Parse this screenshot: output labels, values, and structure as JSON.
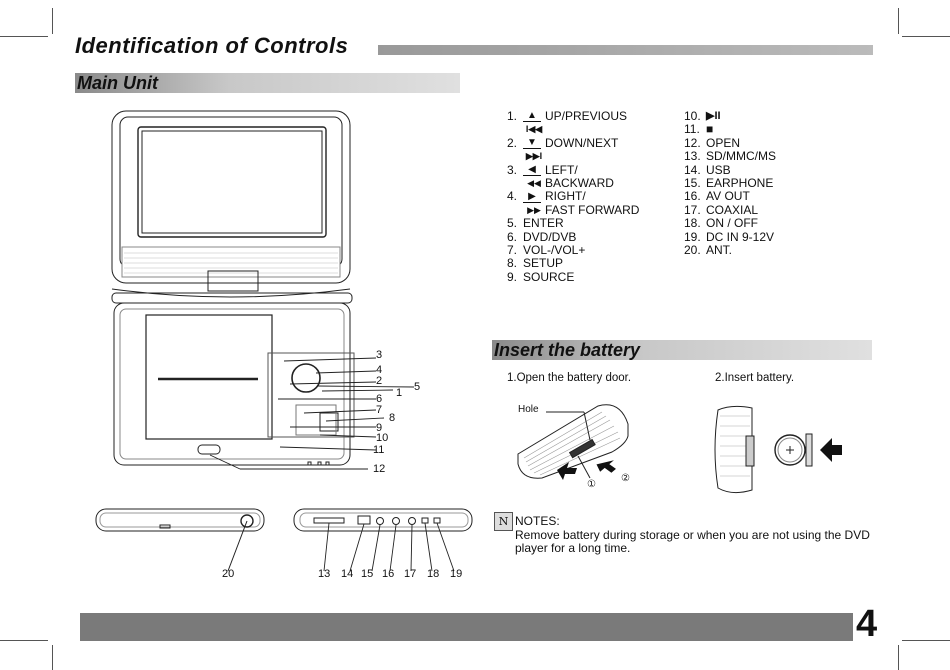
{
  "header": {
    "title": "Identification of Controls"
  },
  "main_unit": {
    "title": "Main Unit",
    "callouts_right": [
      "3",
      "4",
      "2",
      "5",
      "1",
      "6",
      "7",
      "8",
      "9",
      "10",
      "11",
      "12"
    ],
    "callouts_bottom": [
      "20",
      "13",
      "14",
      "15",
      "16",
      "17",
      "18",
      "19"
    ]
  },
  "controls": {
    "left": [
      {
        "num": "1.",
        "symbol": "▲",
        "label": "UP/PREVIOUS",
        "symbol2": "I◀◀"
      },
      {
        "num": "2.",
        "symbol": "▼",
        "label": "DOWN/NEXT",
        "symbol2": "▶▶I"
      },
      {
        "num": "3.",
        "symbol": "◀",
        "label": "LEFT/",
        "symbol2": "◀◀",
        "label2": "BACKWARD"
      },
      {
        "num": "4.",
        "symbol": "▶",
        "label": "RIGHT/",
        "symbol2": "▶▶",
        "label2": "FAST FORWARD"
      },
      {
        "num": "5.",
        "label": "ENTER"
      },
      {
        "num": "6.",
        "label": "DVD/DVB"
      },
      {
        "num": "7.",
        "label": "VOL-/VOL+"
      },
      {
        "num": "8.",
        "label": "SETUP"
      },
      {
        "num": "9.",
        "label": "SOURCE"
      }
    ],
    "right": [
      {
        "num": "10.",
        "symbol": "▶II"
      },
      {
        "num": "11.",
        "symbol": "■"
      },
      {
        "num": "12.",
        "label": "OPEN"
      },
      {
        "num": "13.",
        "label": "SD/MMC/MS"
      },
      {
        "num": "14.",
        "label": "USB"
      },
      {
        "num": "15.",
        "label": "EARPHONE"
      },
      {
        "num": "16.",
        "label": "AV OUT"
      },
      {
        "num": "17.",
        "label": "COAXIAL"
      },
      {
        "num": "18.",
        "label": "ON / OFF"
      },
      {
        "num": "19.",
        "label": "DC IN 9-12V"
      },
      {
        "num": "20.",
        "label": "ANT."
      }
    ]
  },
  "battery": {
    "title": "Insert the battery",
    "step1": "1.Open the battery door.",
    "step2": "2.Insert battery.",
    "hole_label": "Hole",
    "marker1": "①",
    "marker2": "②"
  },
  "notes": {
    "icon": "N",
    "title": "NOTES:",
    "line1": "Remove battery during storage or when you are not  using the DVD",
    "line2": "player for a long time."
  },
  "page_number": "4"
}
